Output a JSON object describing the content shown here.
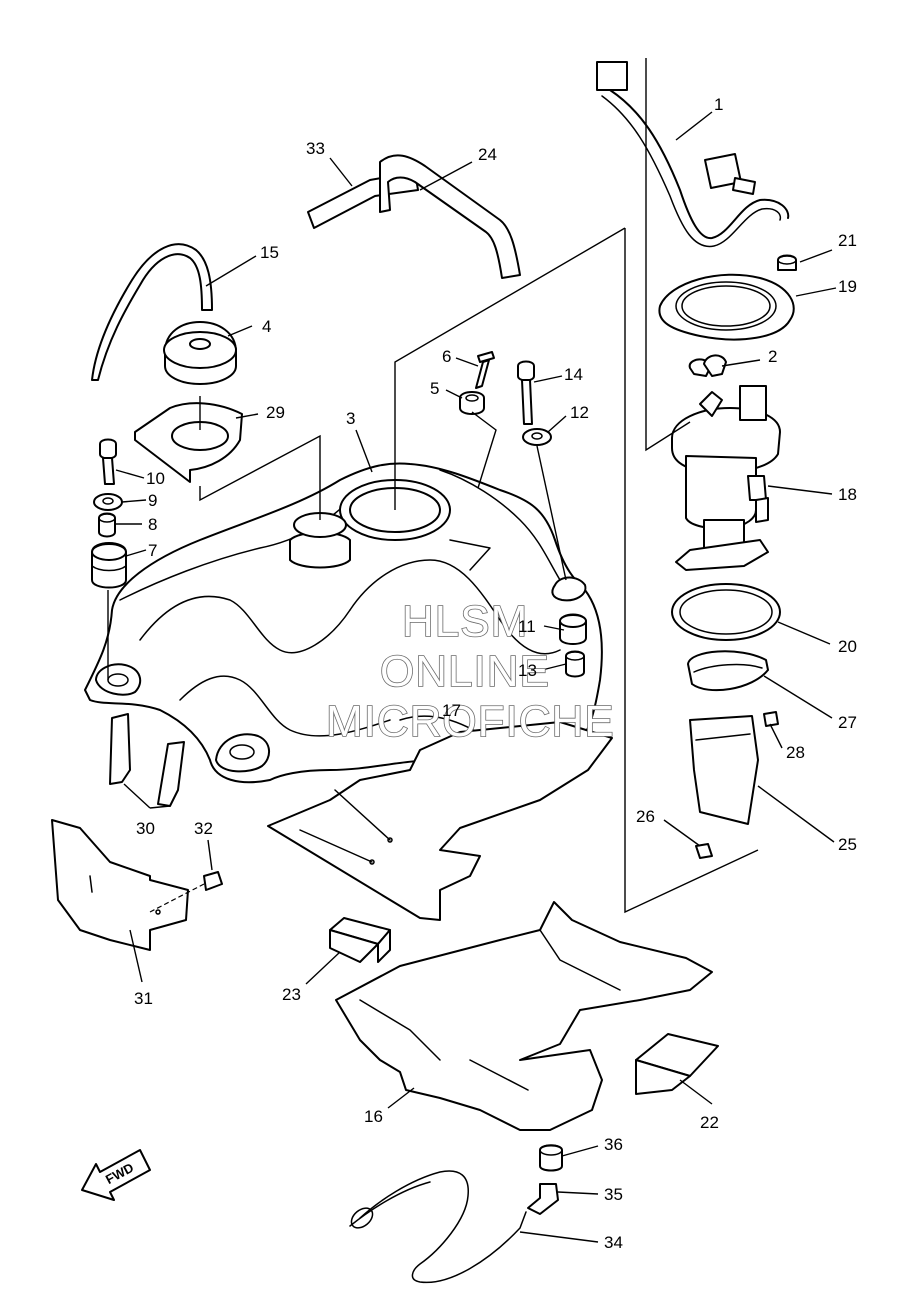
{
  "diagram": {
    "watermark": {
      "line1": "HLSM",
      "line2": "ONLINE",
      "line3": "MICROFICHE"
    },
    "direction_label": "FWD",
    "callouts": {
      "c1": "1",
      "c2": "2",
      "c3": "3",
      "c4": "4",
      "c5": "5",
      "c6": "6",
      "c7": "7",
      "c8": "8",
      "c9": "9",
      "c10": "10",
      "c11": "11",
      "c12": "12",
      "c13": "13",
      "c14": "14",
      "c15": "15",
      "c16": "16",
      "c17": "17",
      "c18": "18",
      "c19": "19",
      "c20": "20",
      "c21": "21",
      "c22": "22",
      "c23": "23",
      "c24": "24",
      "c25": "25",
      "c26": "26",
      "c27": "27",
      "c28": "28",
      "c29": "29",
      "c30": "30",
      "c31": "31",
      "c32": "32",
      "c33": "33",
      "c34": "34",
      "c35": "35",
      "c36": "36"
    }
  }
}
